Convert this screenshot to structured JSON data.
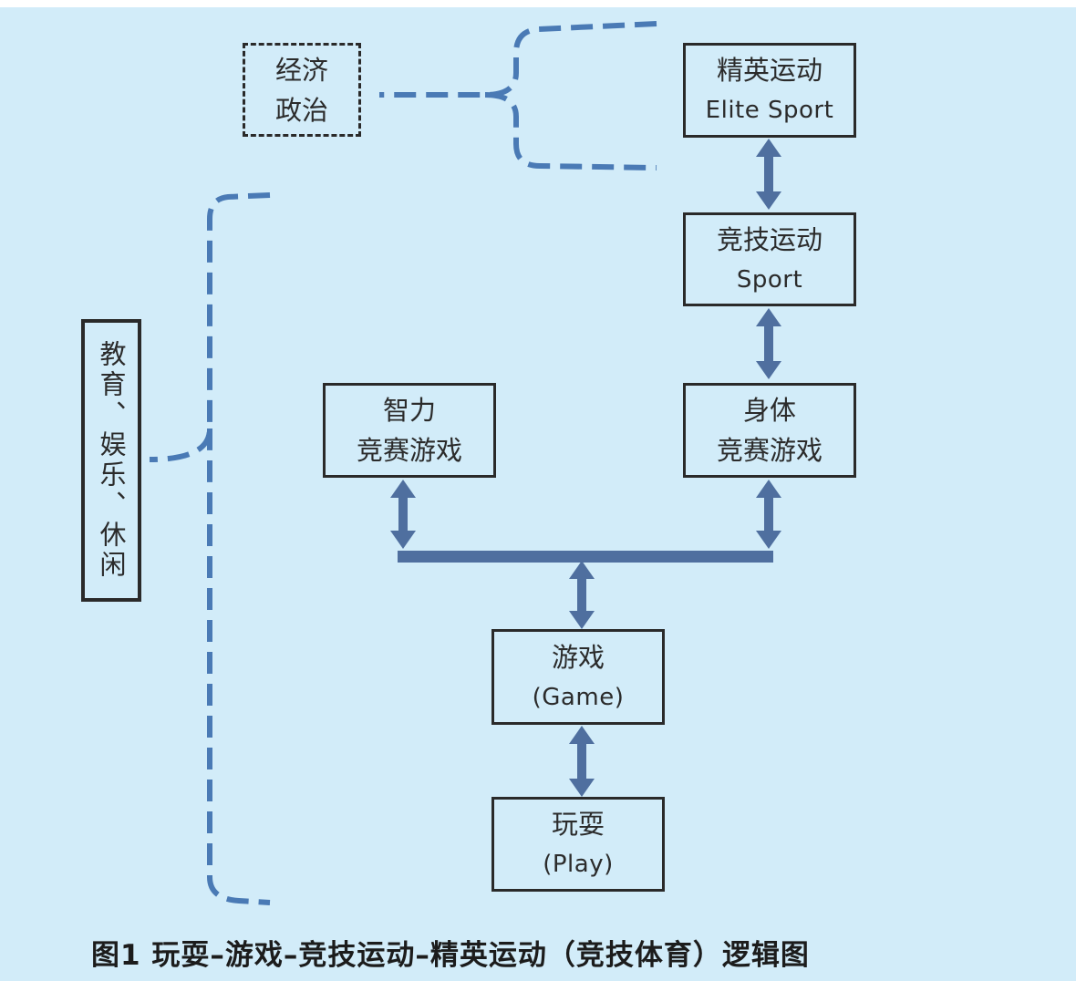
{
  "nodes": {
    "elite_sport": {
      "line1": "精英运动",
      "line2": "Elite  Sport"
    },
    "sport": {
      "line1": "竞技运动",
      "line2": "Sport"
    },
    "physical_game": {
      "line1": "身体",
      "line2": "竞赛游戏"
    },
    "mental_game": {
      "line1": "智力",
      "line2": "竞赛游戏"
    },
    "game": {
      "line1": "游戏",
      "line2": "(Game)"
    },
    "play": {
      "line1": "玩耍",
      "line2": "(Play)"
    },
    "economy_politics": {
      "line1": "经济",
      "line2": "政治"
    },
    "education_leisure": {
      "text": "教育、娱乐、休闲"
    }
  },
  "caption": "图1 玩耍–游戏–竞技运动–精英运动（竞技体育）逻辑图",
  "colors": {
    "background": "#d2ecf9",
    "arrow": "#4f6f9f",
    "dashed_brace": "#4a7ab5",
    "border": "#2a2a2a"
  }
}
